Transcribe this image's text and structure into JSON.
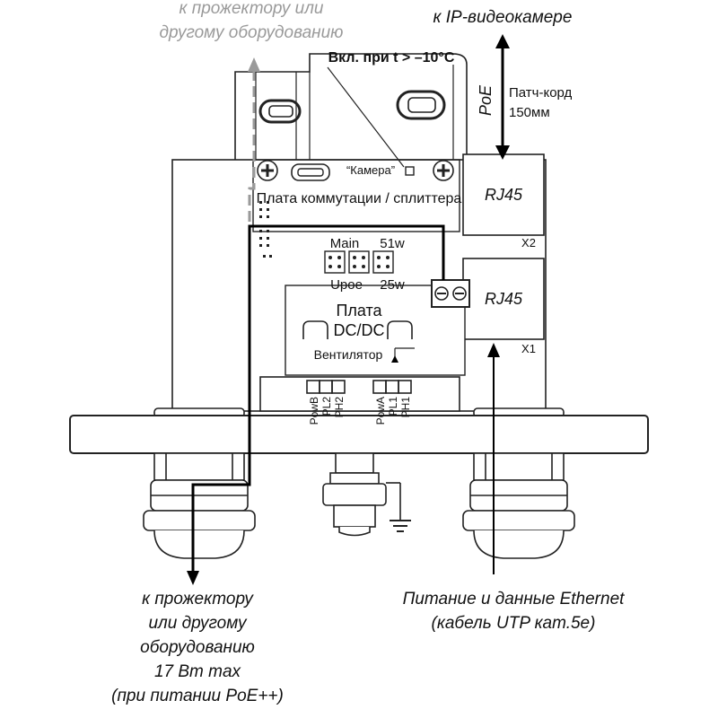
{
  "top_left_lines": [
    "к прожектору или",
    "другому оборудованию"
  ],
  "top_right": "к IP-видеокамере",
  "heater_label": "Вкл. при t > –10°С",
  "poe": "PoE",
  "patch_cord": [
    "Патч-корд",
    "150мм"
  ],
  "camera_jumper": "“Камера”",
  "board_title": "Плата коммутации / сплиттера",
  "rj45_top": "RJ45",
  "x2": "X2",
  "rj45_bottom": "RJ45",
  "x1": "X1",
  "main": "Main",
  "w51": "51w",
  "upoe": "Upoe",
  "w25": "25w",
  "dcdc_lines": [
    "Плата",
    "DC/DC"
  ],
  "fan": "Вентилятор",
  "terminals": [
    "PowB",
    "PL2",
    "PH2",
    "PowA",
    "PL1",
    "PH1"
  ],
  "bottom_left_lines": [
    "к прожектору",
    "или другому",
    "оборудованию",
    "17 Вт max",
    "(при питании PoE++)"
  ],
  "bottom_right_lines": [
    "Питание и данные Ethernet",
    "(кабель UTP кат.5е)"
  ]
}
